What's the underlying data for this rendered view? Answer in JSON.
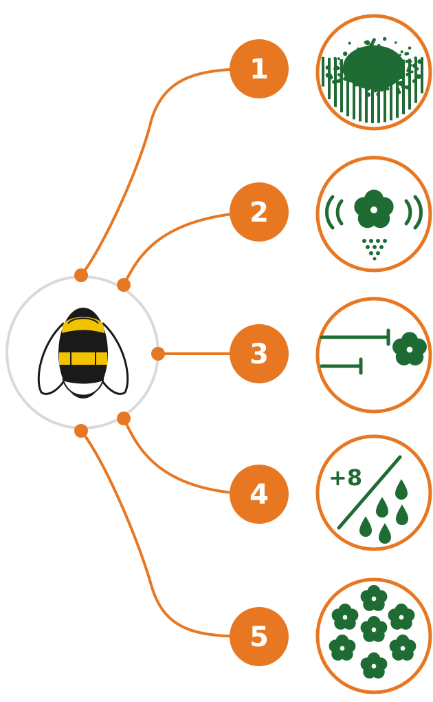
{
  "colors": {
    "orange": "#E87722",
    "green": "#1E6B34",
    "ring": "#D9D9D9",
    "bee_yellow": "#F2C300",
    "bee_dark": "#1A1A1A"
  },
  "center": {
    "icon": "bumblebee-icon"
  },
  "steps": [
    {
      "number": "1",
      "icon": "flower-cluster-in-grass-icon"
    },
    {
      "number": "2",
      "icon": "vibrating-flower-with-pollen-icon"
    },
    {
      "number": "3",
      "icon": "flower-distance-bars-icon"
    },
    {
      "number": "4",
      "icon": "plus-eight-raindrops-icon",
      "label": "+8"
    },
    {
      "number": "5",
      "icon": "flower-cluster-icon"
    }
  ]
}
